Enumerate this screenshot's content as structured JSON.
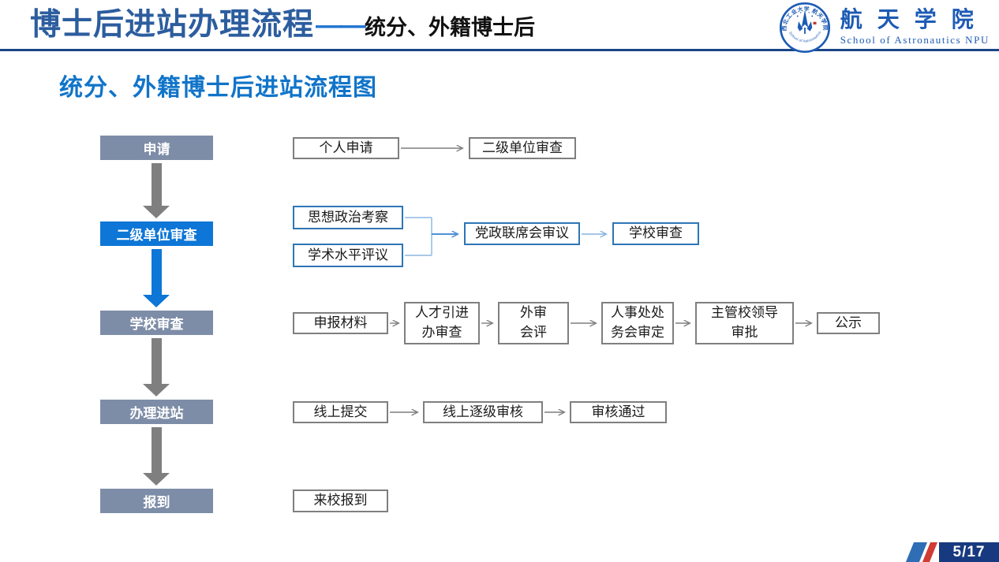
{
  "header": {
    "title": "博士后进站办理流程",
    "title_dash": "——",
    "title_suffix": "统分、外籍博士后",
    "logo": {
      "seal_top_text": "西北工业大学 航天学院",
      "seal_bottom_text": "School of Astronautics NPU",
      "name_cn": "航 天 学 院",
      "name_en": "School of Astronautics NPU"
    }
  },
  "page_title": "统分、外籍博士后进站流程图",
  "flow": {
    "stages": [
      {
        "label": "申请",
        "active": false
      },
      {
        "label": "二级单位审查",
        "active": true
      },
      {
        "label": "学校审查",
        "active": false
      },
      {
        "label": "办理进站",
        "active": false
      },
      {
        "label": "报到",
        "active": false
      }
    ],
    "row1": {
      "box1": "个人申请",
      "box2": "二级单位审查"
    },
    "row2": {
      "input1": "思想政治考察",
      "input2": "学术水平评议",
      "merge": "党政联席会审议",
      "result": "学校审查"
    },
    "row3": {
      "box1": "申报材料",
      "box2": "人才引进\n办审查",
      "box3": "外审\n会评",
      "box4": "人事处处\n务会审定",
      "box5": "主管校领导\n审批",
      "box6": "公示"
    },
    "row4": {
      "box1": "线上提交",
      "box2": "线上逐级审核",
      "box3": "审核通过"
    },
    "row5": {
      "box1": "来校报到"
    }
  },
  "footer": {
    "page_number": "5/17"
  },
  "colors": {
    "title_blue": "#2c5d9e",
    "subtitle_blue": "#1074c9",
    "accent_blue": "#0d76d6",
    "stage_slate": "#7e8da7",
    "arrow_gray": "#7f7f7f",
    "box_border_gray": "#7f7f7f",
    "box_border_blue": "#2e75b6",
    "connector_light_blue": "#9dc3e6",
    "connector_mid_blue": "#4f92d8",
    "header_rule_navy": "#1c4587",
    "logo_blue": "#1d5bb5",
    "badge_navy": "#17397f",
    "badge_stripe_blue": "#2f6db5",
    "badge_stripe_red": "#d03b34"
  }
}
